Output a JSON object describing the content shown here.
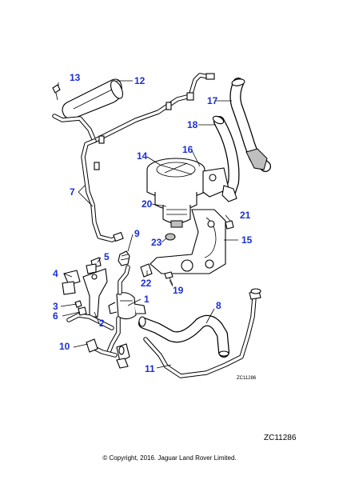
{
  "diagram": {
    "callouts": [
      {
        "label": "1"
      },
      {
        "label": "2"
      },
      {
        "label": "3"
      },
      {
        "label": "4"
      },
      {
        "label": "5"
      },
      {
        "label": "6"
      },
      {
        "label": "7"
      },
      {
        "label": "8"
      },
      {
        "label": "9"
      },
      {
        "label": "10"
      },
      {
        "label": "11"
      },
      {
        "label": "12"
      },
      {
        "label": "13"
      },
      {
        "label": "14"
      },
      {
        "label": "15"
      },
      {
        "label": "16"
      },
      {
        "label": "17"
      },
      {
        "label": "18"
      },
      {
        "label": "19"
      },
      {
        "label": "20"
      },
      {
        "label": "21"
      },
      {
        "label": "22"
      },
      {
        "label": "23"
      }
    ],
    "inner_code": "ZC11286",
    "illustration_code": "ZC11286",
    "copyright": "© Copyright, 2016. Jaguar Land Rover Limited.",
    "callout_color": "#1a2fd6"
  }
}
